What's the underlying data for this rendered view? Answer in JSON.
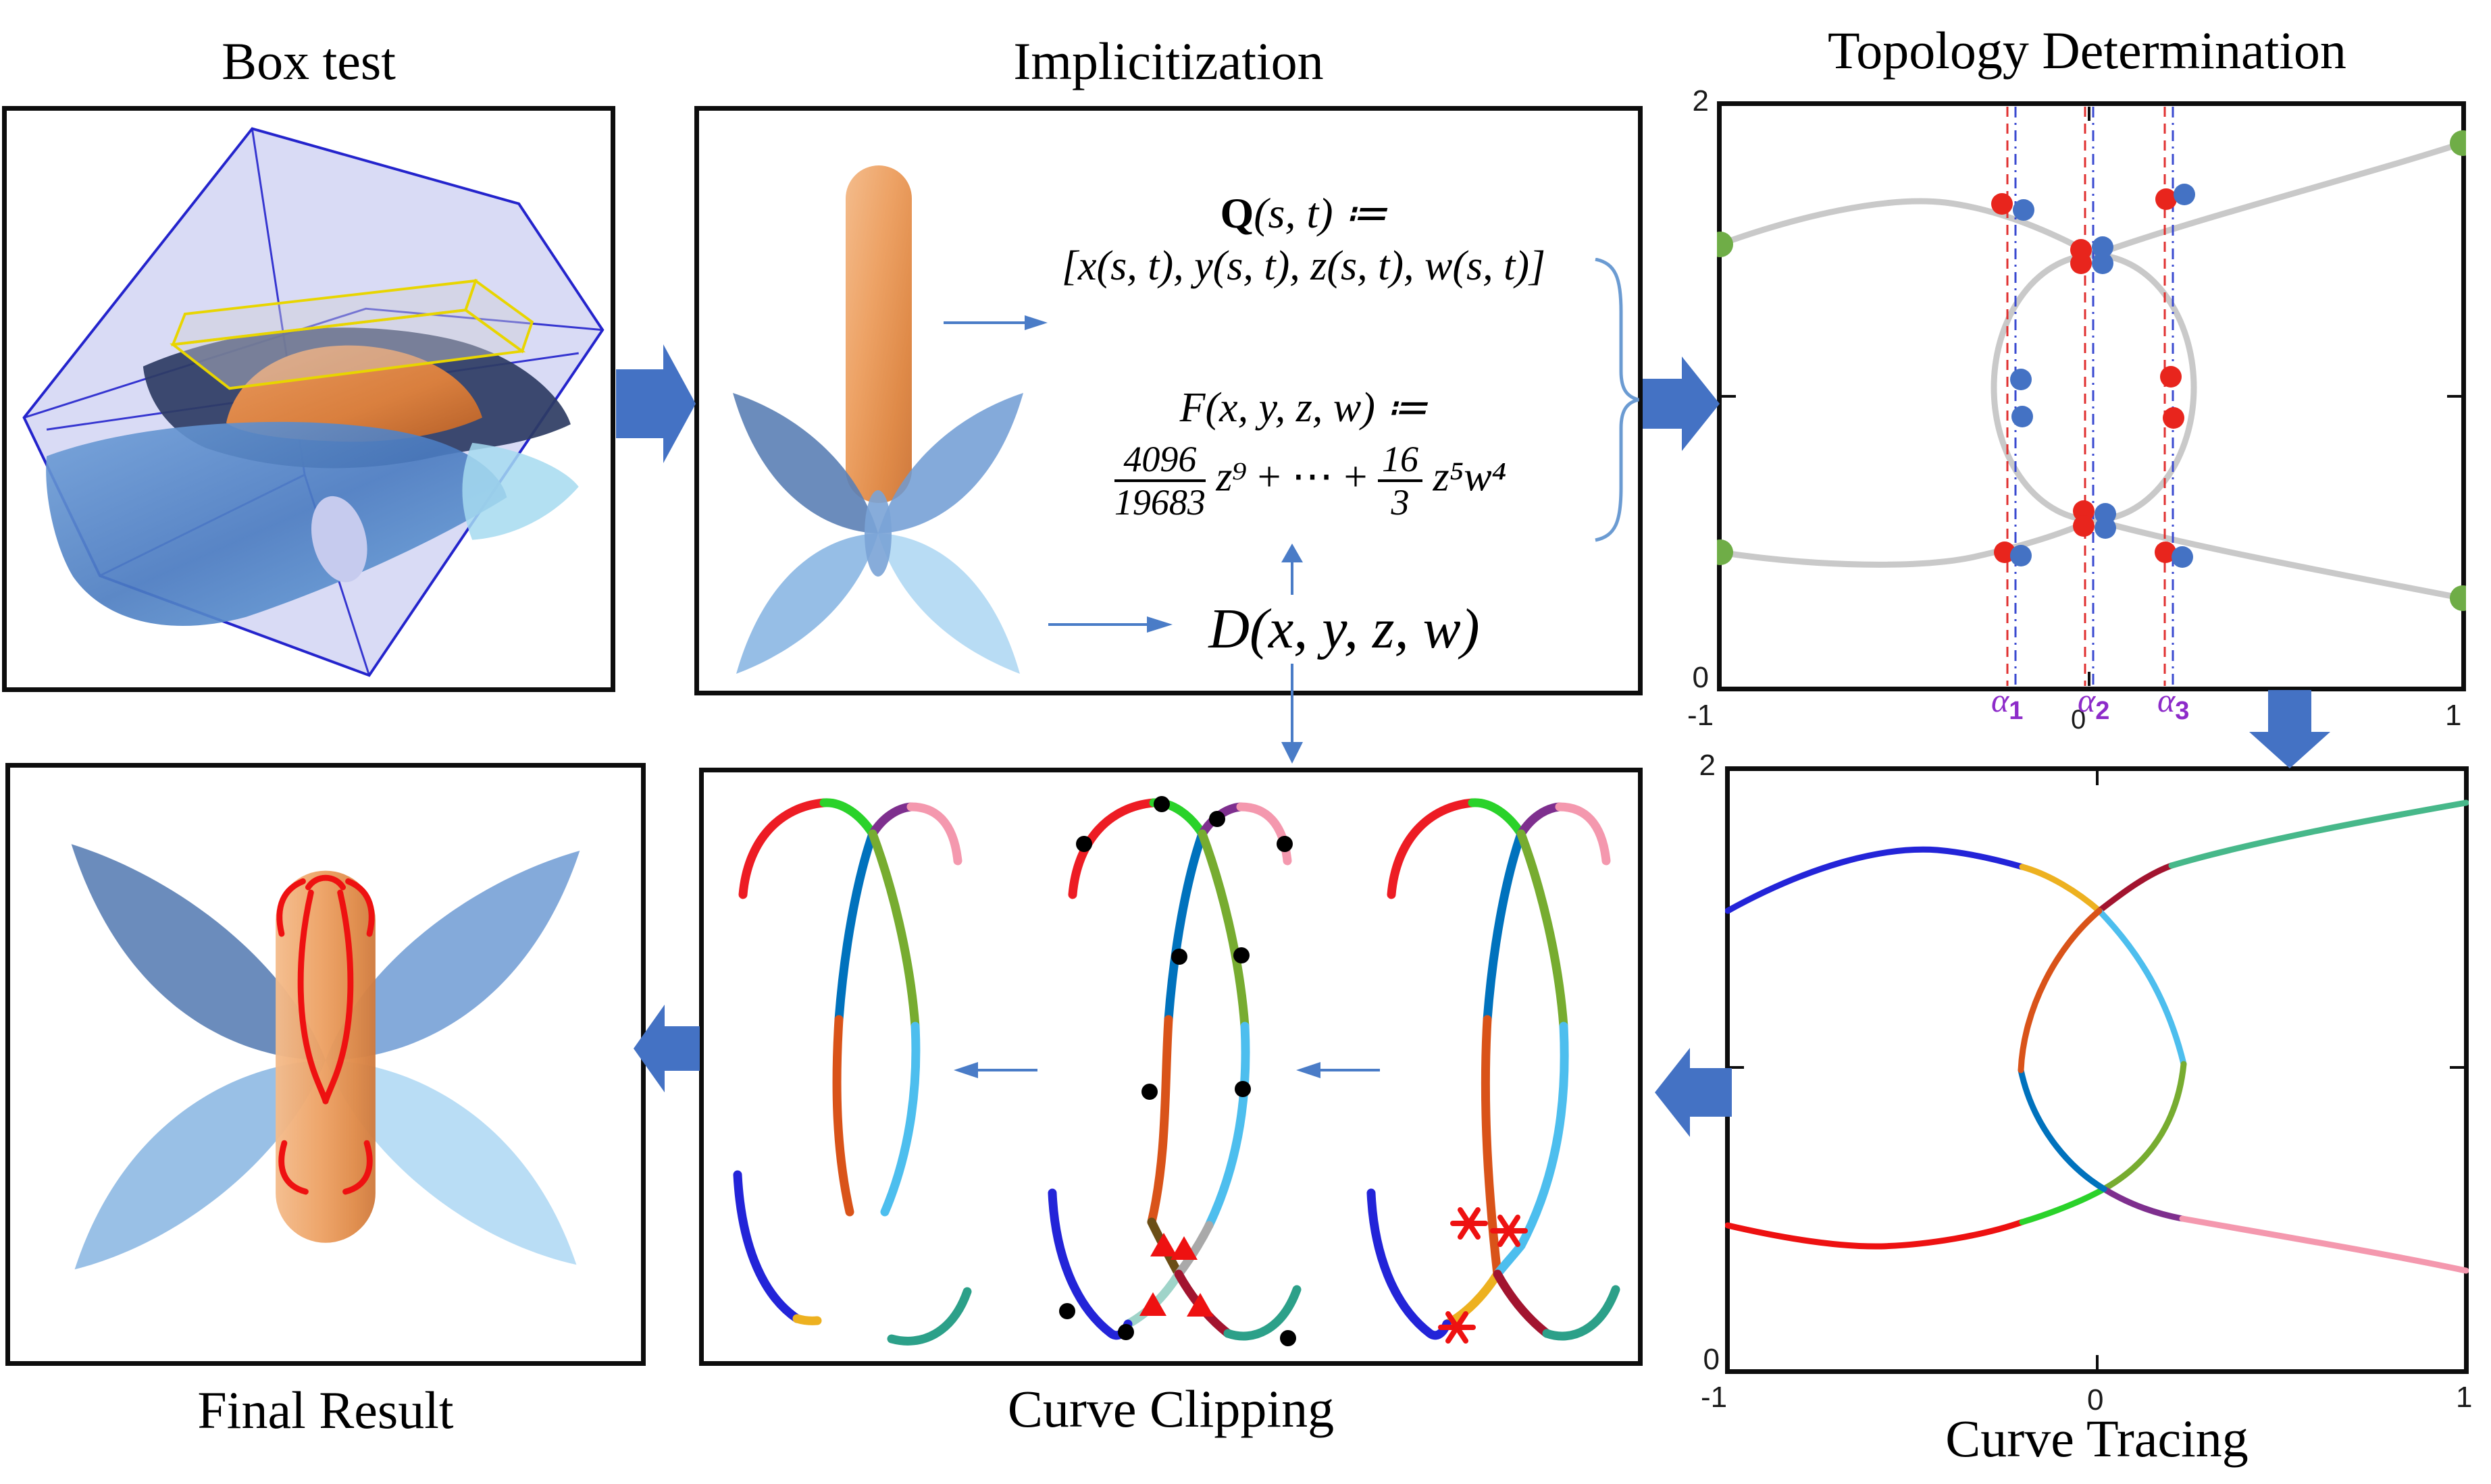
{
  "panels": {
    "box_test": {
      "title": "Box test"
    },
    "implicitization": {
      "title": "Implicitization",
      "q_bold": "Q",
      "q_rest": "(s, t) ≔",
      "q_bracket": "[x(s, t), y(s, t), z(s, t), w(s, t)]",
      "f_line": "F(x, y, z, w) ≔",
      "f_num1": "4096",
      "f_den1": "19683",
      "f_term1": "z⁹",
      "f_mid": "+ ⋯ +",
      "f_num2": "16",
      "f_den2": "3",
      "f_term2": "z⁵w⁴",
      "d_line": "D(x, y, z, w)"
    },
    "topology": {
      "title": "Topology Determination",
      "y_top": "2",
      "y_bottom": "0",
      "x_left": "-1",
      "x_zero": "0",
      "x_right": "1",
      "alpha": [
        {
          "sym": "α",
          "sub": "1"
        },
        {
          "sym": "α",
          "sub": "2"
        },
        {
          "sym": "α",
          "sub": "3"
        }
      ]
    },
    "final_result": {
      "title": "Final Result"
    },
    "curve_clipping": {
      "title": "Curve Clipping"
    },
    "curve_tracing": {
      "title": "Curve Tracing",
      "y_top": "2",
      "y_bottom": "0",
      "x_left": "-1",
      "x_zero": "0",
      "x_right": "1"
    }
  },
  "colors": {
    "big_arrow_blue": "#4472c4",
    "thin_arrow_blue": "#4a7cc7",
    "brace_blue": "#6b9bd2",
    "alpha_purple": "#8d2bc9",
    "dashed_red": "#e03030",
    "dashdot_blue": "#3a4ad0",
    "dot_red": "#e8251d",
    "dot_blue": "#4472c4",
    "dot_green": "#6fad47",
    "gray_curve": "#c9c9c9",
    "panel_border": "#0d0d0d",
    "capsule_orange": "#eda265",
    "petal_dark": "#5b7fb5",
    "petal_mid": "#6f9bd4",
    "petal_light": "#7fb0e0",
    "petal_lighter": "#a8d4f2",
    "red_intersection_curve": "#ee1111",
    "box_edge_blue": "#2424cc",
    "box_fill_lavender": "#8c92dd",
    "yellow_box_edge": "#e8d500",
    "segment_palette": [
      "#ed1c24",
      "#2ad22a",
      "#7e2f8e",
      "#f498ae",
      "#a2142f",
      "#47b88a",
      "#2324d8",
      "#edb120",
      "#4dbeee",
      "#77ac30",
      "#0072bd",
      "#d95319",
      "#6b4e16",
      "#9fd4c9",
      "#a9a9a9",
      "#2ca089"
    ]
  },
  "chart_data": [
    {
      "id": "topology_determination",
      "type": "line",
      "title": "Topology Determination",
      "xlim": [
        -1,
        1
      ],
      "ylim": [
        0,
        2
      ],
      "x_ticks": [
        -1,
        0,
        1
      ],
      "y_ticks": [
        0,
        2
      ],
      "grid": false,
      "alpha_lines_x": {
        "alpha1": -0.21,
        "alpha2": 0.0,
        "alpha3": 0.21
      },
      "series": [
        {
          "name": "upper-branch",
          "color": "#c9c9c9",
          "points": [
            [
              -1,
              1.51
            ],
            [
              -0.39,
              1.66
            ],
            [
              0,
              1.48
            ],
            [
              0.5,
              1.7
            ],
            [
              1,
              1.86
            ]
          ]
        },
        {
          "name": "lower-branch",
          "color": "#c9c9c9",
          "points": [
            [
              -1,
              0.47
            ],
            [
              -0.45,
              0.43
            ],
            [
              0,
              0.58
            ],
            [
              0.5,
              0.42
            ],
            [
              1,
              0.32
            ]
          ]
        },
        {
          "name": "loop",
          "shape": "ellipse",
          "color": "#c9c9c9",
          "center": [
            0.01,
            1.03
          ],
          "rx": 0.27,
          "ry": 0.45
        }
      ],
      "green_boundary_points": [
        [
          -1,
          1.51
        ],
        [
          -1,
          0.47
        ],
        [
          1,
          1.86
        ],
        [
          1,
          0.32
        ]
      ],
      "red_points": [
        [
          -0.24,
          1.65
        ],
        [
          0.21,
          1.67
        ],
        [
          -0.02,
          1.5
        ],
        [
          -0.02,
          1.46
        ],
        [
          0.22,
          1.07
        ],
        [
          0.23,
          0.93
        ],
        [
          -0.02,
          0.61
        ],
        [
          -0.02,
          0.56
        ],
        [
          -0.23,
          0.47
        ],
        [
          0.2,
          0.47
        ]
      ],
      "blue_points": [
        [
          -0.18,
          1.63
        ],
        [
          0.26,
          1.68
        ],
        [
          0.04,
          1.5
        ],
        [
          0.04,
          1.46
        ],
        [
          -0.18,
          1.06
        ],
        [
          -0.18,
          0.93
        ],
        [
          0.04,
          0.6
        ],
        [
          0.04,
          0.56
        ],
        [
          -0.18,
          0.46
        ],
        [
          0.25,
          0.45
        ]
      ]
    },
    {
      "id": "curve_tracing",
      "type": "line",
      "title": "Curve Tracing",
      "xlim": [
        -1,
        1
      ],
      "ylim": [
        0,
        2
      ],
      "x_ticks": [
        -1,
        0,
        1
      ],
      "y_ticks": [
        0,
        2
      ],
      "grid": false,
      "segments": [
        {
          "name": "blue",
          "color": "#2324d8",
          "from": [
            -1,
            1.52
          ],
          "via": [
            -0.43,
            1.72
          ],
          "to": [
            -0.2,
            1.67
          ]
        },
        {
          "name": "gold",
          "color": "#edb120",
          "from": [
            -0.2,
            1.67
          ],
          "to": [
            0.01,
            1.52
          ]
        },
        {
          "name": "maroon",
          "color": "#a2142f",
          "from": [
            0.01,
            1.52
          ],
          "to": [
            0.2,
            1.67
          ]
        },
        {
          "name": "seagreen",
          "color": "#47b88a",
          "from": [
            0.2,
            1.67
          ],
          "to": [
            1,
            1.88
          ]
        },
        {
          "name": "skyblue",
          "color": "#4dbeee",
          "from": [
            0.01,
            1.52
          ],
          "to": [
            0.23,
            1.02
          ]
        },
        {
          "name": "olive",
          "color": "#77ac30",
          "from": [
            0.23,
            1.02
          ],
          "to": [
            0.02,
            0.61
          ]
        },
        {
          "name": "purple",
          "color": "#7e2f8e",
          "from": [
            0.02,
            0.61
          ],
          "to": [
            0.22,
            0.51
          ]
        },
        {
          "name": "pink",
          "color": "#f498ae",
          "from": [
            0.22,
            0.51
          ],
          "to": [
            1,
            0.34
          ]
        },
        {
          "name": "red",
          "color": "#ed1111",
          "from": [
            -1,
            0.49
          ],
          "via": [
            -0.58,
            0.42
          ],
          "to": [
            -0.2,
            0.5
          ]
        },
        {
          "name": "green",
          "color": "#2ad22a",
          "from": [
            -0.2,
            0.5
          ],
          "to": [
            0.02,
            0.61
          ]
        },
        {
          "name": "steelblue",
          "color": "#0072bd",
          "from": [
            0.02,
            0.61
          ],
          "to": [
            -0.21,
            1.0
          ]
        },
        {
          "name": "orange",
          "color": "#d95319",
          "from": [
            -0.21,
            1.0
          ],
          "to": [
            0.01,
            1.52
          ]
        }
      ]
    }
  ]
}
